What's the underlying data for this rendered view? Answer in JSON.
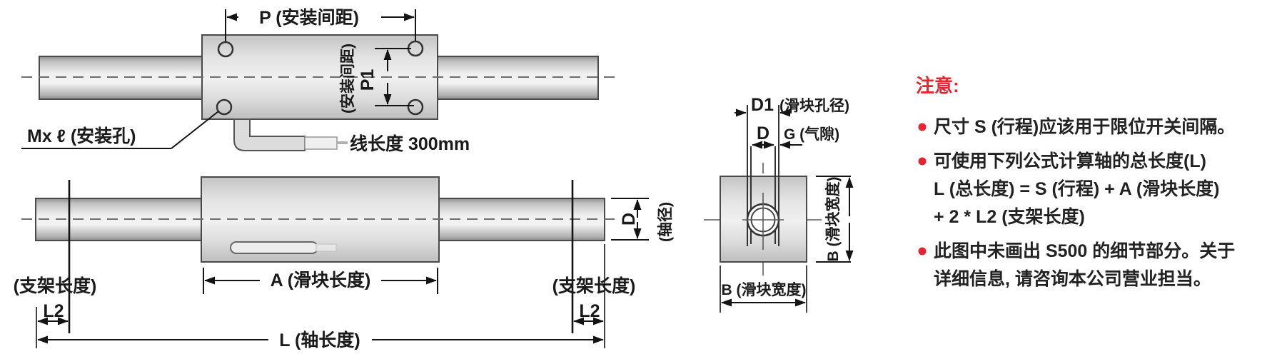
{
  "drawing_title": "linear-shaft-slider-dimension-drawing",
  "top_view": {
    "p_label": "P (安装间距)",
    "p1_label": "P1",
    "p1_sub_label": "(安装间距)",
    "mount_hole_label": "Mx ℓ (安装孔)",
    "wire_label": "线长度 300mm"
  },
  "bottom_view": {
    "bracket_left_label": "(支架长度)",
    "bracket_right_label": "(支架长度)",
    "l2_left_label": "L2",
    "l2_right_label": "L2",
    "slider_length_label": "A (滑块长度)",
    "shaft_length_label": "L (轴长度)",
    "shaft_dia_label": "D",
    "shaft_dia_sub_label": "(轴径)"
  },
  "section_view": {
    "d1_label": "D1",
    "d1_sub_label": "(滑块孔径)",
    "d_label": "D",
    "g_label": "G (气隙)",
    "b_right_label": "B (滑块宽度)",
    "b_bottom_label": "B (滑块宽度)"
  },
  "notes": {
    "title": "注意:",
    "lines": [
      {
        "bullet": true,
        "text": "尺寸 S (行程)应该用于限位开关间隔。"
      },
      {
        "bullet": true,
        "text": "可使用下列公式计算轴的总长度(L)"
      },
      {
        "bullet": false,
        "text": "L (总长度) = S (行程) + A (滑块长度)"
      },
      {
        "bullet": false,
        "text": "+ 2 * L2 (支架长度)"
      },
      {
        "bullet": true,
        "text": "此图中未画出 S500 的细节部分。关于"
      },
      {
        "bullet": false,
        "text": "详细信息, 请咨询本公司营业担当。"
      }
    ]
  },
  "colors": {
    "accent_red": "#e5252f",
    "outline_gray": "#4a4a4a",
    "dimension_black": "#141414",
    "centerline_gray": "#6e6e6e",
    "fill_light_gray": "#efefef",
    "fill_mid_gray": "#c6c6c6"
  }
}
